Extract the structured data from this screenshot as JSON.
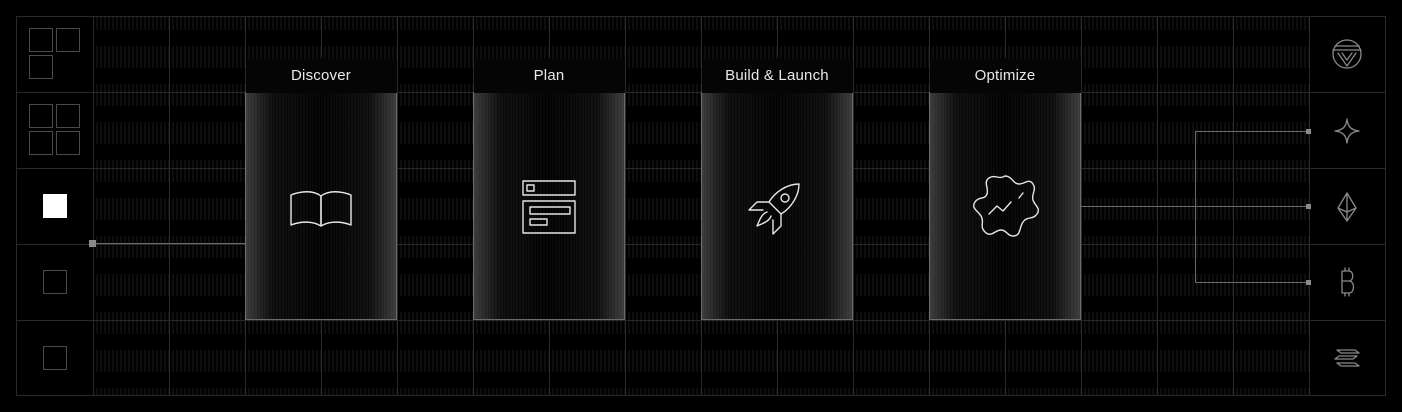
{
  "colors": {
    "background": "#000000",
    "grid_line": "#2a2a2a",
    "panel_border": "#6b6b6b",
    "accent": "#ffffff",
    "icon_stroke": "#e6e6e6",
    "muted_icon": "#8a8a8a"
  },
  "steps": [
    {
      "label": "Discover",
      "icon": "open-book-icon"
    },
    {
      "label": "Plan",
      "icon": "layout-window-icon"
    },
    {
      "label": "Build & Launch",
      "icon": "rocket-icon"
    },
    {
      "label": "Optimize",
      "icon": "badge-trend-icon"
    }
  ],
  "left_icons": [
    "three-squares-icon",
    "four-squares-icon",
    "filled-square-icon",
    "outline-square-icon",
    "outline-square-icon"
  ],
  "right_icons": [
    "arweave-logo-icon",
    "sparkle-star-icon",
    "ethereum-logo-icon",
    "bitcoin-logo-icon",
    "solana-logo-icon"
  ]
}
